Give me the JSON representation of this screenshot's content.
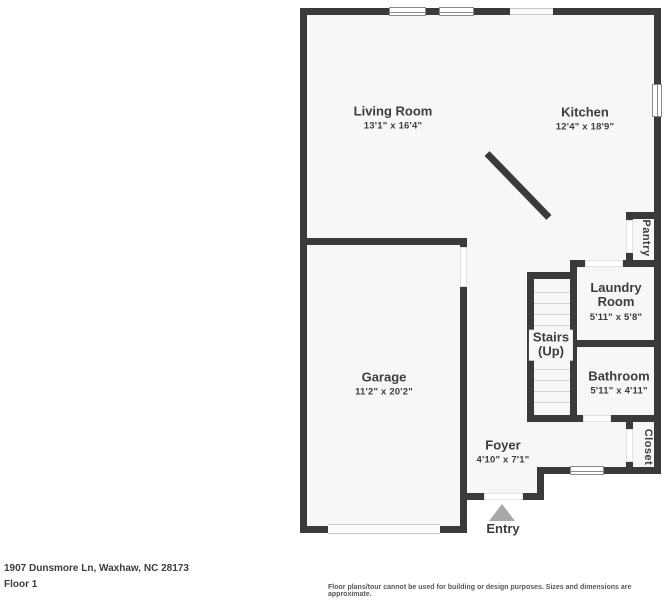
{
  "plan": {
    "address": "1907 Dunsmore Ln, Waxhaw, NC 28173",
    "floor_label": "Floor 1",
    "disclaimer": "Floor plans/tour cannot be used for building or design purposes. Sizes and dimensions are approximate.",
    "entry_label": "Entry"
  },
  "rooms": {
    "living_room": {
      "name": "Living Room",
      "dims": "13'1\" x 16'4\""
    },
    "kitchen": {
      "name": "Kitchen",
      "dims": "12'4\" x 18'9\""
    },
    "garage": {
      "name": "Garage",
      "dims": "11'2\" x 20'2\""
    },
    "stairs": {
      "line1": "Stairs",
      "line2": "(Up)"
    },
    "laundry_room": {
      "name": "Laundry Room",
      "dims": "5'11\" x 5'8\""
    },
    "bathroom": {
      "name": "Bathroom",
      "dims": "5'11\" x 4'11\""
    },
    "foyer": {
      "name": "Foyer",
      "dims": "4'10\" x 7'1\""
    },
    "pantry": {
      "name": "Pantry"
    },
    "closet": {
      "name": "Closet"
    }
  },
  "colors": {
    "wall": "#3a3a3c",
    "floor": "#f7f7f7",
    "entry_marker": "#a8a8a8"
  }
}
